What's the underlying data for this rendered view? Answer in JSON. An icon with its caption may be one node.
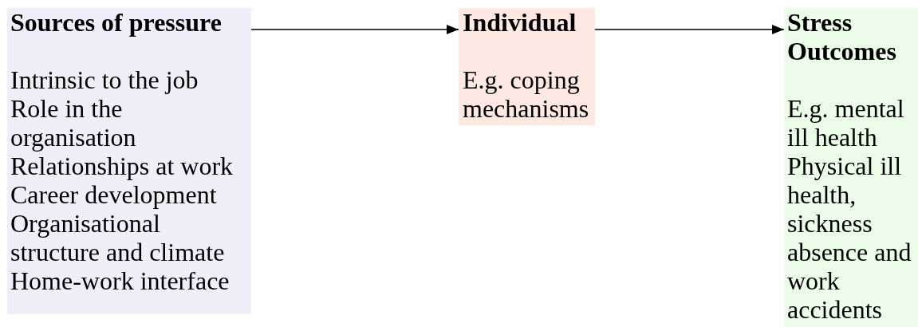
{
  "diagram": {
    "nodes": [
      {
        "text": [
          "Sources of pressure",
          "Intrinsic to the job",
          "Role in the organisation",
          "Relationships at work",
          "Career development",
          "Organisational structure and climate",
          "Home-work interface"
        ]
      },
      {
        "text": [
          "Individual",
          "E.g. coping mechanisms"
        ]
      },
      {
        "text": [
          "Stress Outcomes",
          "E.g. mental ill health",
          "Physical ill health, sickness absence and work accidents"
        ]
      }
    ],
    "edges": [
      {
        "from": 0,
        "to": 1,
        "arrow": "to"
      },
      {
        "from": 1,
        "to": 2,
        "arrow": "to"
      }
    ]
  }
}
